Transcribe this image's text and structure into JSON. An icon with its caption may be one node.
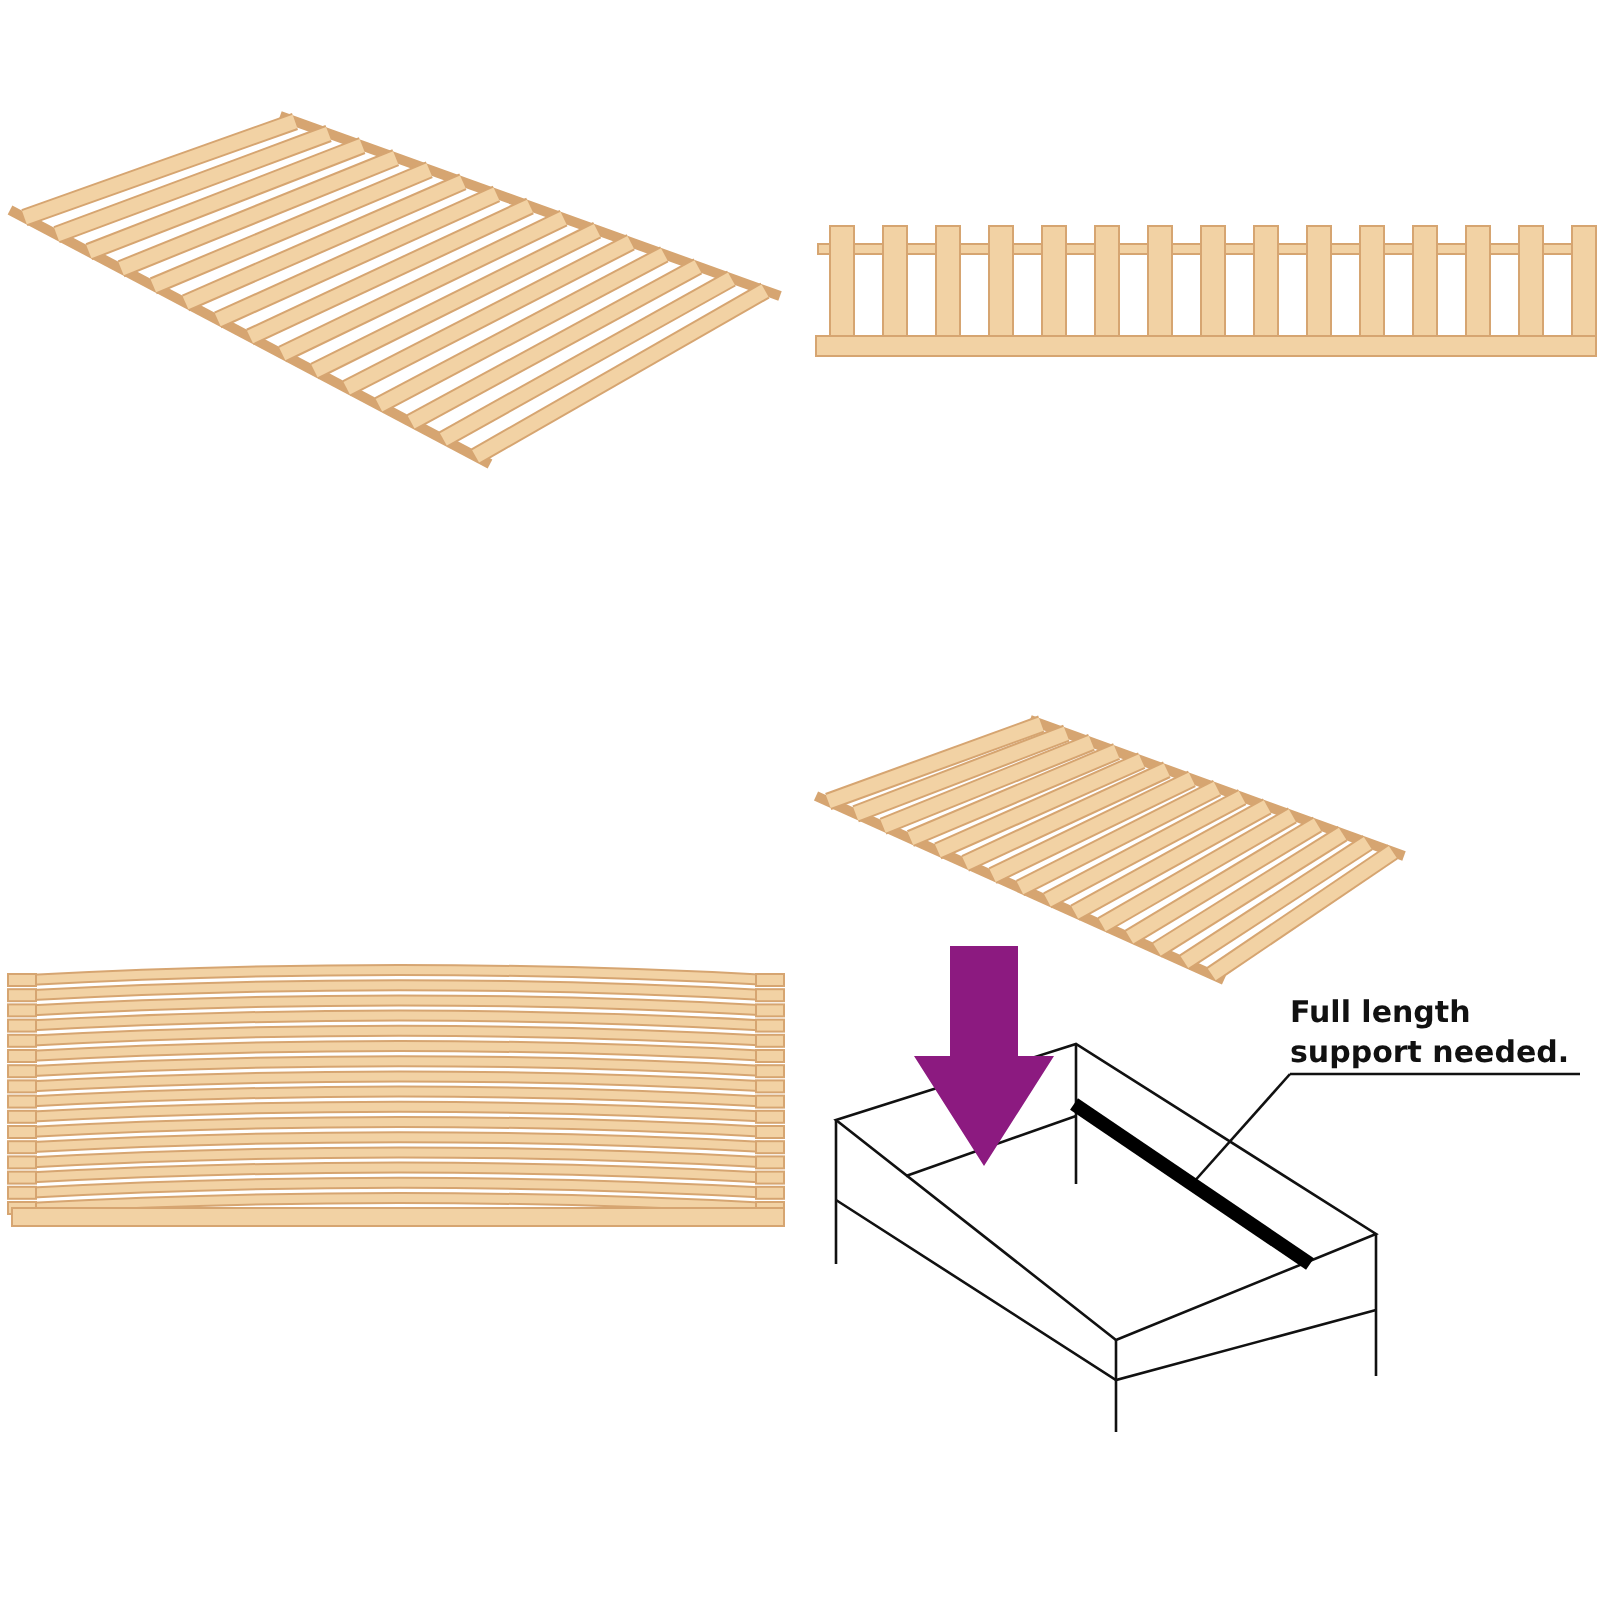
{
  "diagram": {
    "nodes": [
      {
        "text": [
          "Full length support needed."
        ]
      },
      {
        "text": [],
        "shape": "bar"
      }
    ],
    "edges": [
      {
        "from": 0,
        "to": 1,
        "arrow": "none"
      }
    ]
  }
}
